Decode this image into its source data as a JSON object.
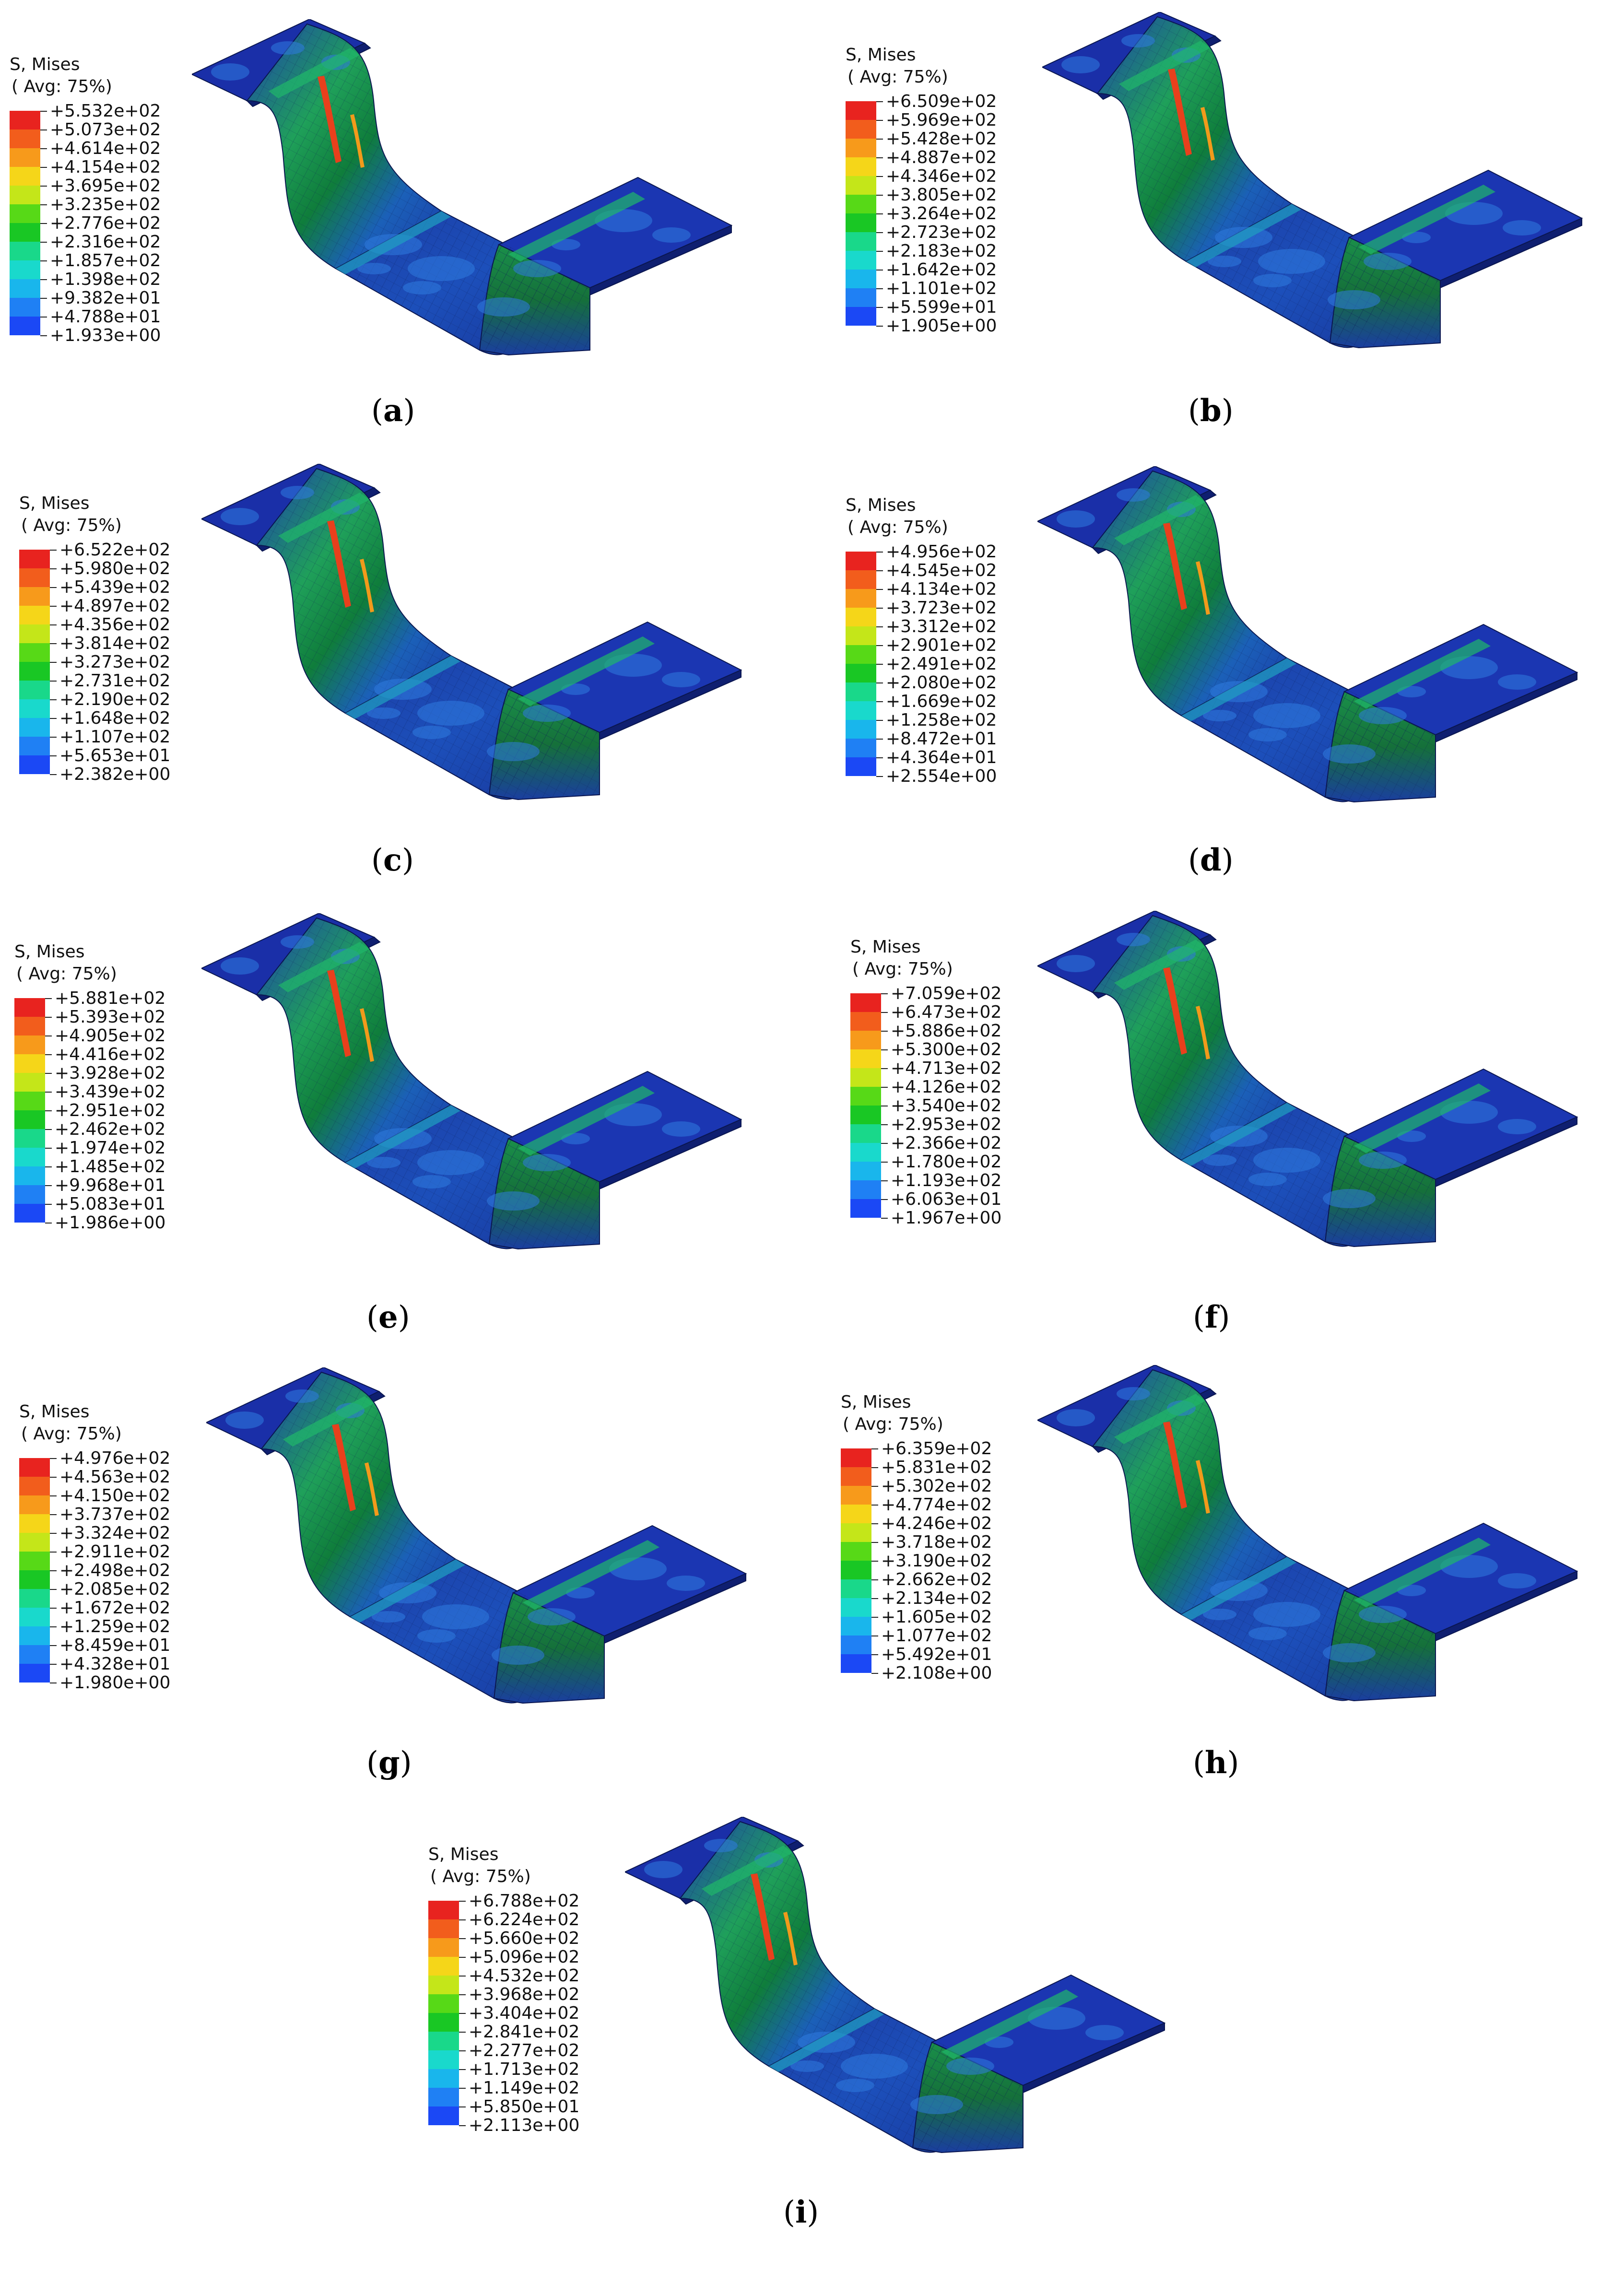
{
  "legend_colors": [
    "#e8231f",
    "#f25d1c",
    "#f79a1b",
    "#f5d619",
    "#c4e619",
    "#57d917",
    "#19c724",
    "#19d88a",
    "#19d9cc",
    "#19b6ec",
    "#1f80f4",
    "#1b48f5",
    "#1a1af0"
  ],
  "panels": [
    {
      "letter": "a",
      "title": "S, Mises",
      "sub": "( Avg: 75%)",
      "values": [
        "+5.532e+02",
        "+5.073e+02",
        "+4.614e+02",
        "+4.154e+02",
        "+3.695e+02",
        "+3.235e+02",
        "+2.776e+02",
        "+2.316e+02",
        "+1.857e+02",
        "+1.398e+02",
        "+9.382e+01",
        "+4.788e+01",
        "+1.933e+00"
      ]
    },
    {
      "letter": "b",
      "title": "S, Mises",
      "sub": "( Avg: 75%)",
      "values": [
        "+6.509e+02",
        "+5.969e+02",
        "+5.428e+02",
        "+4.887e+02",
        "+4.346e+02",
        "+3.805e+02",
        "+3.264e+02",
        "+2.723e+02",
        "+2.183e+02",
        "+1.642e+02",
        "+1.101e+02",
        "+5.599e+01",
        "+1.905e+00"
      ]
    },
    {
      "letter": "c",
      "title": "S, Mises",
      "sub": "( Avg: 75%)",
      "values": [
        "+6.522e+02",
        "+5.980e+02",
        "+5.439e+02",
        "+4.897e+02",
        "+4.356e+02",
        "+3.814e+02",
        "+3.273e+02",
        "+2.731e+02",
        "+2.190e+02",
        "+1.648e+02",
        "+1.107e+02",
        "+5.653e+01",
        "+2.382e+00"
      ]
    },
    {
      "letter": "d",
      "title": "S, Mises",
      "sub": "( Avg: 75%)",
      "values": [
        "+4.956e+02",
        "+4.545e+02",
        "+4.134e+02",
        "+3.723e+02",
        "+3.312e+02",
        "+2.901e+02",
        "+2.491e+02",
        "+2.080e+02",
        "+1.669e+02",
        "+1.258e+02",
        "+8.472e+01",
        "+4.364e+01",
        "+2.554e+00"
      ]
    },
    {
      "letter": "e",
      "title": "S, Mises",
      "sub": "( Avg: 75%)",
      "values": [
        "+5.881e+02",
        "+5.393e+02",
        "+4.905e+02",
        "+4.416e+02",
        "+3.928e+02",
        "+3.439e+02",
        "+2.951e+02",
        "+2.462e+02",
        "+1.974e+02",
        "+1.485e+02",
        "+9.968e+01",
        "+5.083e+01",
        "+1.986e+00"
      ]
    },
    {
      "letter": "f",
      "title": "S, Mises",
      "sub": "( Avg: 75%)",
      "values": [
        "+7.059e+02",
        "+6.473e+02",
        "+5.886e+02",
        "+5.300e+02",
        "+4.713e+02",
        "+4.126e+02",
        "+3.540e+02",
        "+2.953e+02",
        "+2.366e+02",
        "+1.780e+02",
        "+1.193e+02",
        "+6.063e+01",
        "+1.967e+00"
      ]
    },
    {
      "letter": "g",
      "title": "S, Mises",
      "sub": "( Avg: 75%)",
      "values": [
        "+4.976e+02",
        "+4.563e+02",
        "+4.150e+02",
        "+3.737e+02",
        "+3.324e+02",
        "+2.911e+02",
        "+2.498e+02",
        "+2.085e+02",
        "+1.672e+02",
        "+1.259e+02",
        "+8.459e+01",
        "+4.328e+01",
        "+1.980e+00"
      ]
    },
    {
      "letter": "h",
      "title": "S, Mises",
      "sub": "( Avg: 75%)",
      "values": [
        "+6.359e+02",
        "+5.831e+02",
        "+5.302e+02",
        "+4.774e+02",
        "+4.246e+02",
        "+3.718e+02",
        "+3.190e+02",
        "+2.662e+02",
        "+2.134e+02",
        "+1.605e+02",
        "+1.077e+02",
        "+5.492e+01",
        "+2.108e+00"
      ]
    },
    {
      "letter": "i",
      "title": "S, Mises",
      "sub": "( Avg: 75%)",
      "values": [
        "+6.788e+02",
        "+6.224e+02",
        "+5.660e+02",
        "+5.096e+02",
        "+4.532e+02",
        "+3.968e+02",
        "+3.404e+02",
        "+2.841e+02",
        "+2.277e+02",
        "+1.713e+02",
        "+1.149e+02",
        "+5.850e+01",
        "+2.113e+00"
      ]
    }
  ]
}
